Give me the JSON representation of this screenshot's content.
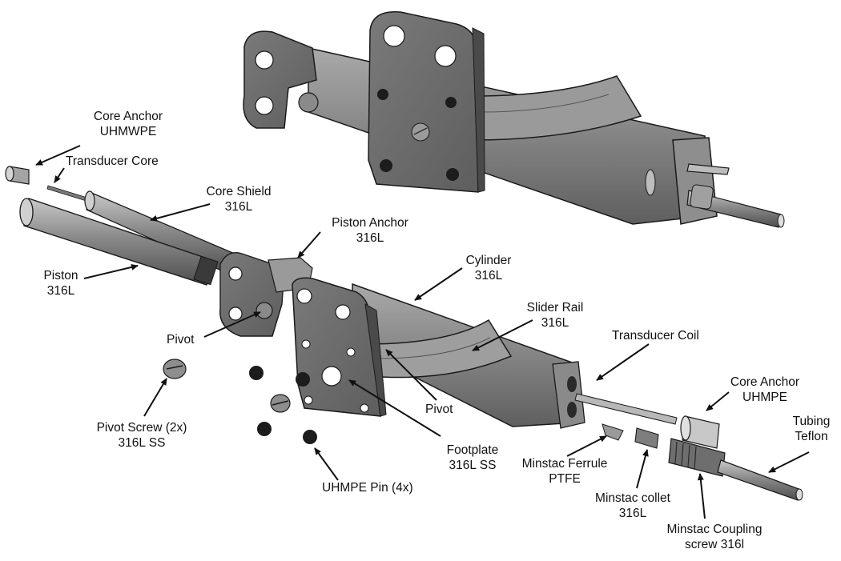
{
  "colors": {
    "background": "#ffffff",
    "part_dark": "#6a6a6a",
    "part_mid": "#8e8e8e",
    "part_light": "#b9b9b9",
    "edge": "#1a1a1a",
    "hole": "#1c1c1c",
    "label_text": "#111111"
  },
  "labels": {
    "core_anchor_top": {
      "line1": "Core Anchor",
      "line2": "UHMWPE"
    },
    "transducer_core": {
      "line1": "Transducer Core"
    },
    "core_shield": {
      "line1": "Core Shield",
      "line2": "316L"
    },
    "piston_anchor": {
      "line1": "Piston Anchor",
      "line2": "316L"
    },
    "piston": {
      "line1": "Piston",
      "line2": "316L"
    },
    "cylinder": {
      "line1": "Cylinder",
      "line2": "316L"
    },
    "slider_rail": {
      "line1": "Slider Rail",
      "line2": "316L"
    },
    "transducer_coil": {
      "line1": "Transducer Coil"
    },
    "pivot_left": {
      "line1": "Pivot"
    },
    "pivot_right": {
      "line1": "Pivot"
    },
    "core_anchor_right": {
      "line1": "Core Anchor",
      "line2": "UHMPE"
    },
    "tubing": {
      "line1": "Tubing",
      "line2": "Teflon"
    },
    "pivot_screw": {
      "line1": "Pivot Screw (2x)",
      "line2": "316L SS"
    },
    "footplate": {
      "line1": "Footplate",
      "line2": "316L SS"
    },
    "uhmpe_pin": {
      "line1": "UHMPE Pin (4x)"
    },
    "minstac_ferrule": {
      "line1": "Minstac Ferrule",
      "line2": "PTFE"
    },
    "minstac_collet": {
      "line1": "Minstac collet",
      "line2": "316L"
    },
    "minstac_coupling": {
      "line1": "Minstac Coupling",
      "line2": "screw 316l"
    }
  }
}
